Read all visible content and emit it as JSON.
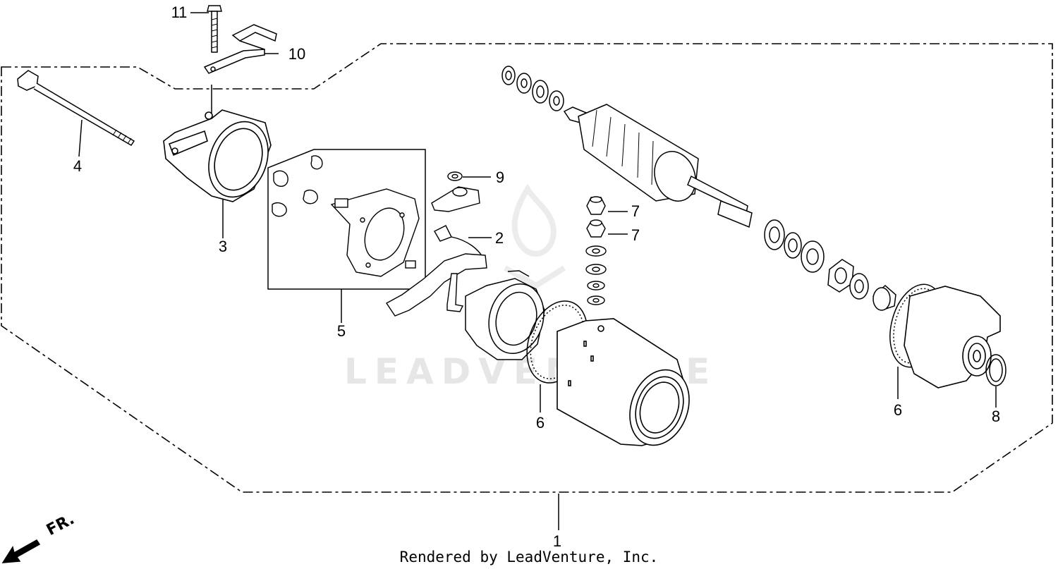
{
  "watermark": {
    "text": "LEADVENTURE"
  },
  "callouts": {
    "c1": "1",
    "c2": "2",
    "c3": "3",
    "c4": "4",
    "c5": "5",
    "c6a": "6",
    "c6b": "6",
    "c7a": "7",
    "c7b": "7",
    "c8": "8",
    "c9": "9",
    "c10": "10",
    "c11": "11"
  },
  "front_indicator": "FR.",
  "credit": "Rendered by LeadVenture, Inc."
}
